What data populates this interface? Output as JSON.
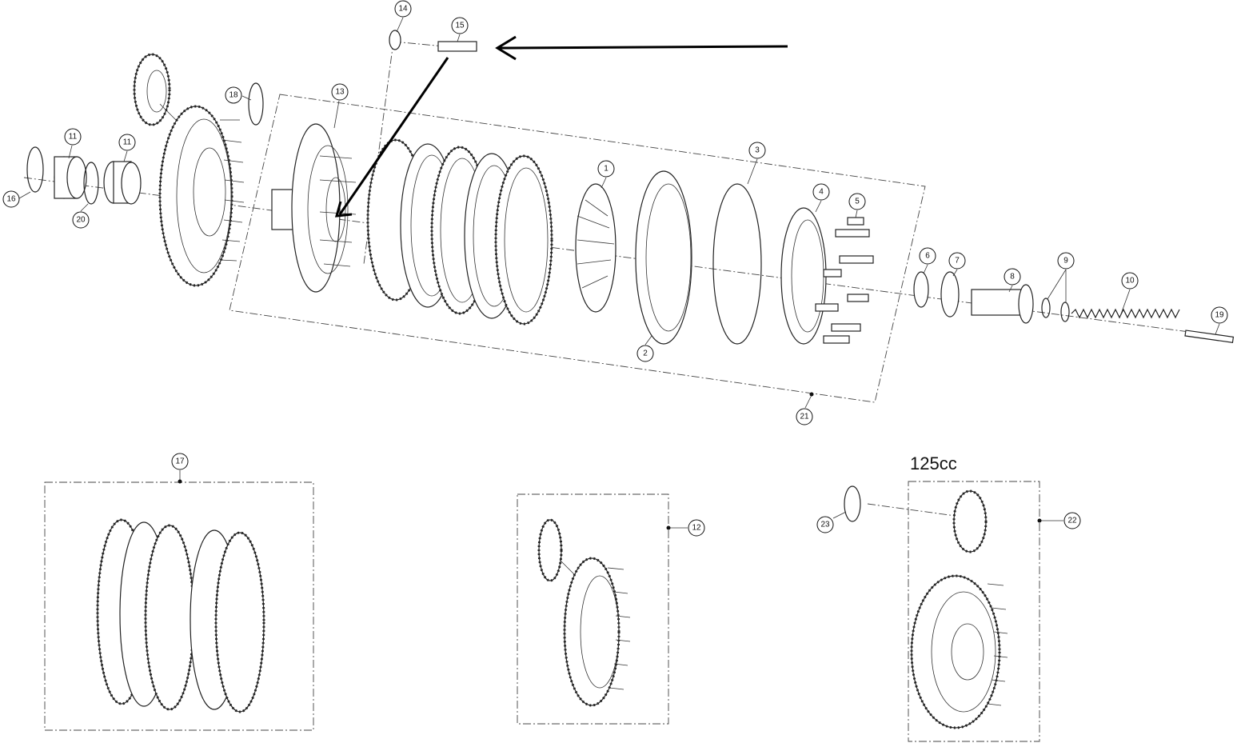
{
  "callouts": [
    "14",
    "15",
    "18",
    "13",
    "11",
    "11",
    "16",
    "20",
    "3",
    "1",
    "4",
    "5",
    "6",
    "7",
    "8",
    "9",
    "10",
    "19",
    "2",
    "21",
    "17",
    "12",
    "23",
    "22"
  ],
  "variant_label": "125cc",
  "colors": {
    "ink": "#222222",
    "background": "#ffffff"
  }
}
